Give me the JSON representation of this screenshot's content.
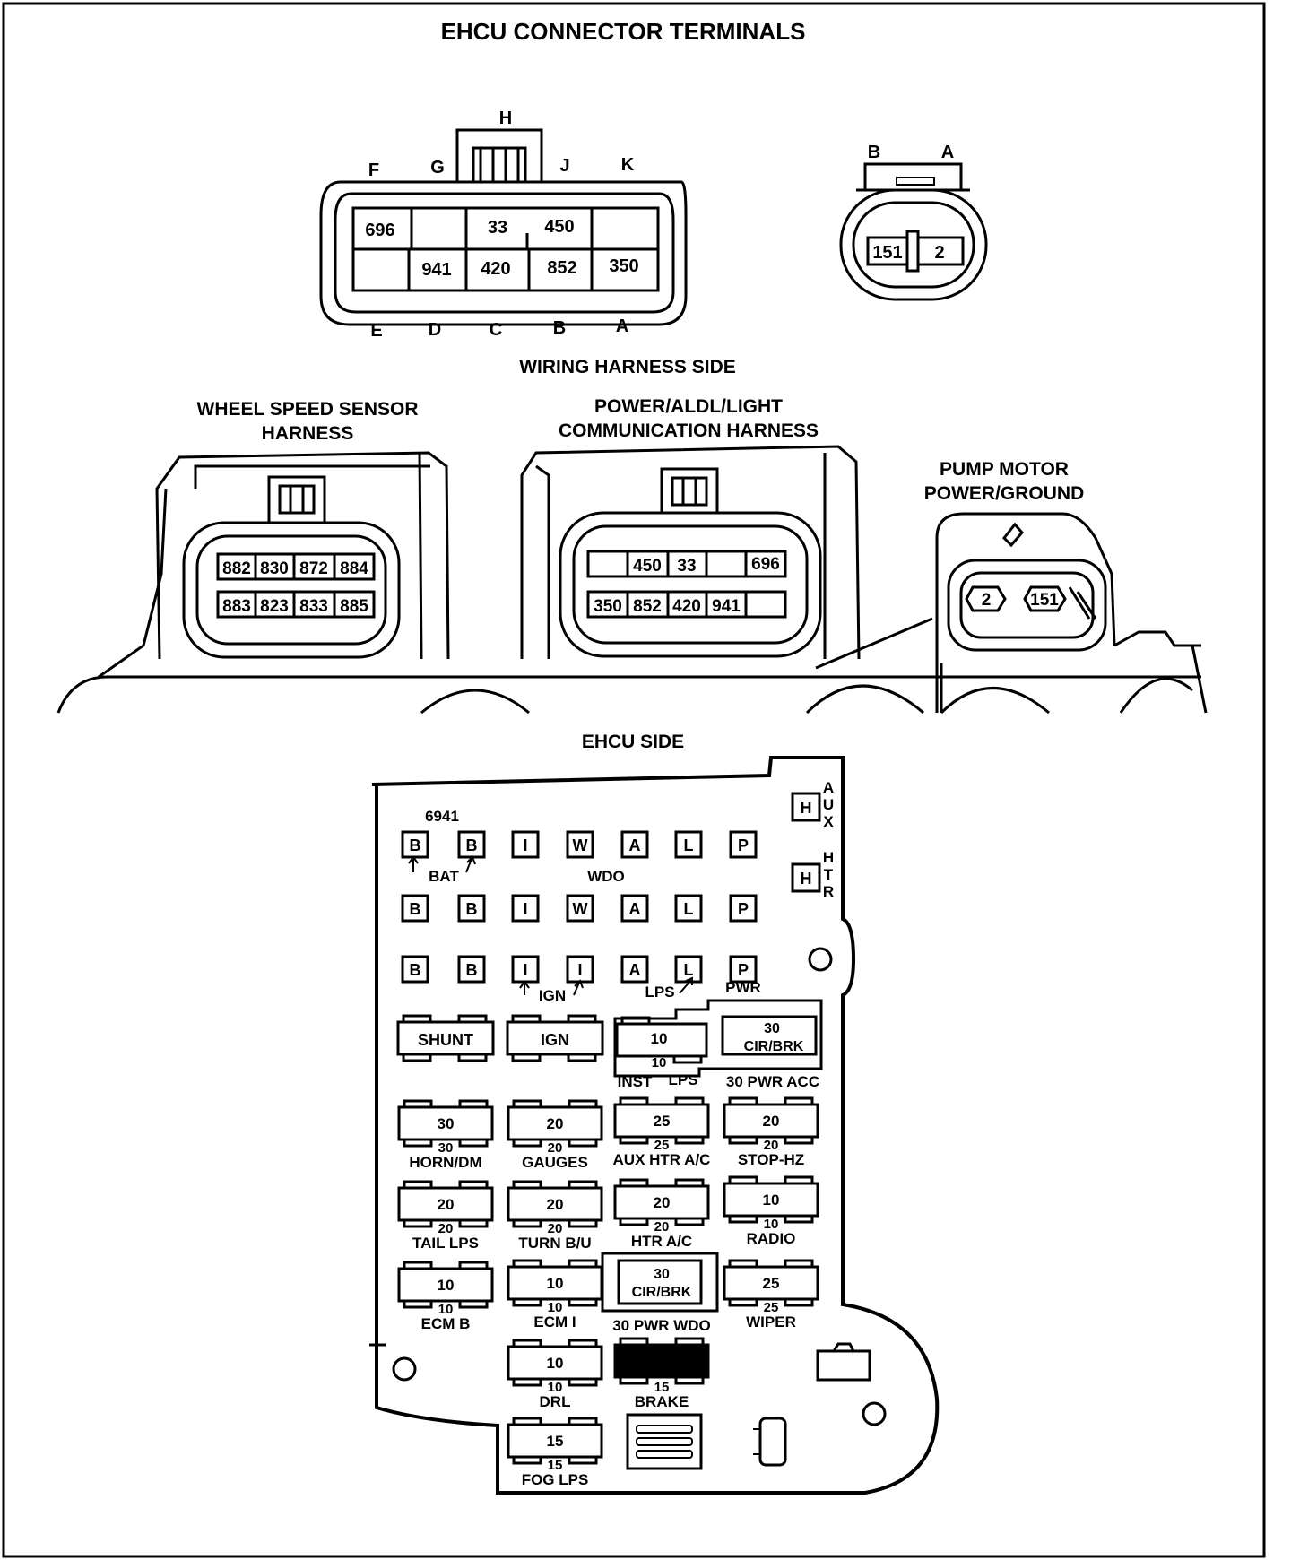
{
  "title": "EHCU CONNECTOR TERMINALS",
  "labels": {
    "wiring_harness_side": "WIRING HARNESS SIDE",
    "ehcu_side": "EHCU SIDE"
  },
  "connector_10pin": {
    "top_letters": [
      "F",
      "G",
      "H",
      "J",
      "K"
    ],
    "bottom_letters": [
      "E",
      "D",
      "C",
      "B",
      "A"
    ],
    "top_row": [
      "696",
      "",
      "33",
      "450",
      ""
    ],
    "bottom_row": [
      "",
      "941",
      "420",
      "852",
      "350"
    ]
  },
  "connector_2pin": {
    "letters": [
      "B",
      "A"
    ],
    "terminals": [
      "151",
      "2"
    ]
  },
  "harnesses": {
    "wheel_speed": {
      "title": [
        "WHEEL SPEED SENSOR",
        "HARNESS"
      ],
      "top_row": [
        "882",
        "830",
        "872",
        "884"
      ],
      "bottom_row": [
        "883",
        "823",
        "833",
        "885"
      ]
    },
    "power_aldl": {
      "title": [
        "POWER/ALDL/LIGHT",
        "COMMUNICATION HARNESS"
      ],
      "top_row": [
        "",
        "450",
        "33",
        "",
        "696"
      ],
      "bottom_row": [
        "350",
        "852",
        "420",
        "941",
        ""
      ]
    },
    "pump_motor": {
      "title": [
        "PUMP MOTOR",
        "POWER/GROUND"
      ],
      "terminals": [
        "2",
        "151"
      ]
    }
  },
  "fuse_block": {
    "code": "6941",
    "aux_letters": [
      "A",
      "U",
      "X"
    ],
    "htr_letters": [
      "H",
      "T",
      "R"
    ],
    "h_terminal": "H",
    "row1": [
      "B",
      "B",
      "I",
      "W",
      "A",
      "L",
      "P"
    ],
    "row2": [
      "B",
      "B",
      "I",
      "W",
      "A",
      "L",
      "P"
    ],
    "row3": [
      "B",
      "B",
      "I",
      "I",
      "A",
      "L",
      "P"
    ],
    "bat": "BAT",
    "wdo": "WDO",
    "ign": "IGN",
    "lps": "LPS",
    "pwr": "PWR",
    "shunt": "SHUNT",
    "ign_fuse": "IGN",
    "inst_lps": {
      "amp": "10",
      "label": [
        "INST",
        "LPS"
      ]
    },
    "cb_acc": {
      "amp": "30",
      "text": "CIR/BRK",
      "label": "30 PWR ACC"
    },
    "fuses": [
      {
        "amp": "30",
        "label": "HORN/DM"
      },
      {
        "amp": "20",
        "label": "GAUGES"
      },
      {
        "amp": "25",
        "label": "AUX HTR A/C"
      },
      {
        "amp": "20",
        "label": "STOP-HZ"
      },
      {
        "amp": "20",
        "label": "TAIL LPS"
      },
      {
        "amp": "20",
        "label": "TURN B/U"
      },
      {
        "amp": "20",
        "label": "HTR A/C"
      },
      {
        "amp": "10",
        "label": "RADIO"
      },
      {
        "amp": "10",
        "label": "ECM B"
      },
      {
        "amp": "10",
        "label": "ECM I"
      },
      {
        "amp": "25",
        "label": "WIPER"
      },
      {
        "amp": "10",
        "label": "DRL"
      },
      {
        "amp": "15",
        "label": "FOG LPS"
      }
    ],
    "cb_wdo": {
      "amp": "30",
      "text": "CIR/BRK",
      "label": "30 PWR WDO"
    },
    "brake": {
      "amp": "15",
      "label": "BRAKE"
    }
  }
}
